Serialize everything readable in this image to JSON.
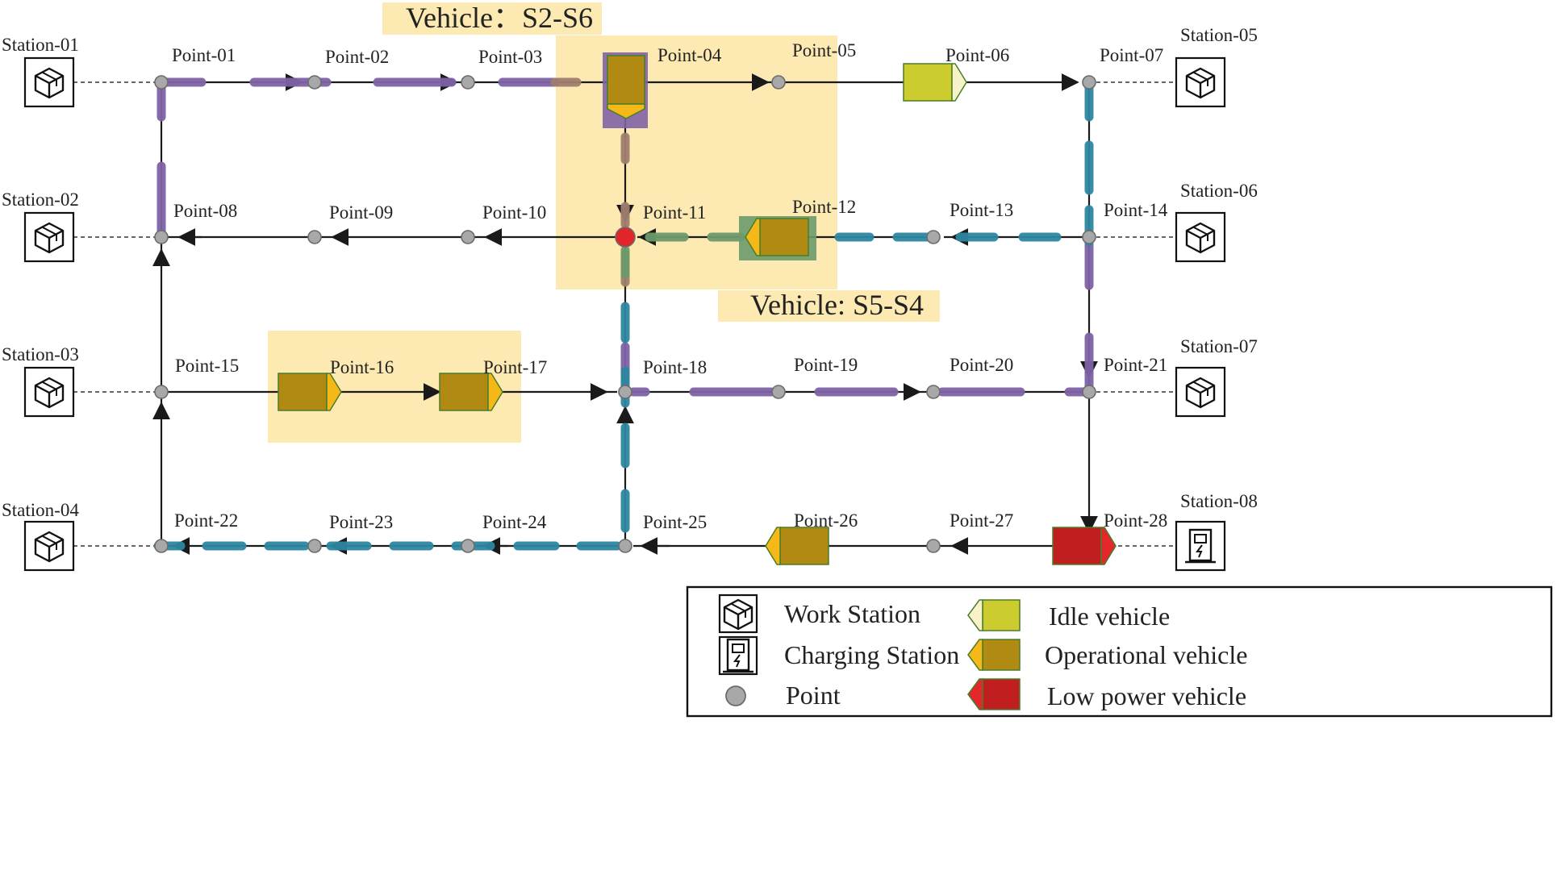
{
  "stations": [
    {
      "id": "s1",
      "label": "Station-01",
      "icon": "work-station-icon"
    },
    {
      "id": "s2",
      "label": "Station-02",
      "icon": "work-station-icon"
    },
    {
      "id": "s3",
      "label": "Station-03",
      "icon": "work-station-icon"
    },
    {
      "id": "s4",
      "label": "Station-04",
      "icon": "work-station-icon"
    },
    {
      "id": "s5",
      "label": "Station-05",
      "icon": "work-station-icon"
    },
    {
      "id": "s6",
      "label": "Station-06",
      "icon": "work-station-icon"
    },
    {
      "id": "s7",
      "label": "Station-07",
      "icon": "work-station-icon"
    },
    {
      "id": "s8",
      "label": "Station-08",
      "icon": "charging-station-icon"
    }
  ],
  "points": [
    {
      "id": "p1",
      "label": "Point-01"
    },
    {
      "id": "p2",
      "label": "Point-02"
    },
    {
      "id": "p3",
      "label": "Point-03"
    },
    {
      "id": "p4",
      "label": "Point-04"
    },
    {
      "id": "p5",
      "label": "Point-05"
    },
    {
      "id": "p6",
      "label": "Point-06"
    },
    {
      "id": "p7",
      "label": "Point-07"
    },
    {
      "id": "p8",
      "label": "Point-08"
    },
    {
      "id": "p9",
      "label": "Point-09"
    },
    {
      "id": "p10",
      "label": "Point-10"
    },
    {
      "id": "p11",
      "label": "Point-11"
    },
    {
      "id": "p12",
      "label": "Point-12"
    },
    {
      "id": "p13",
      "label": "Point-13"
    },
    {
      "id": "p14",
      "label": "Point-14"
    },
    {
      "id": "p15",
      "label": "Point-15"
    },
    {
      "id": "p16",
      "label": "Point-16"
    },
    {
      "id": "p17",
      "label": "Point-17"
    },
    {
      "id": "p18",
      "label": "Point-18"
    },
    {
      "id": "p19",
      "label": "Point-19"
    },
    {
      "id": "p20",
      "label": "Point-20"
    },
    {
      "id": "p21",
      "label": "Point-21"
    },
    {
      "id": "p22",
      "label": "Point-22"
    },
    {
      "id": "p23",
      "label": "Point-23"
    },
    {
      "id": "p24",
      "label": "Point-24"
    },
    {
      "id": "p25",
      "label": "Point-25"
    },
    {
      "id": "p26",
      "label": "Point-26"
    },
    {
      "id": "p27",
      "label": "Point-27"
    },
    {
      "id": "p28",
      "label": "Point-28"
    }
  ],
  "highlights": [
    {
      "id": "h1",
      "title": "Vehicle：S2-S6"
    },
    {
      "id": "h2",
      "title": "Vehicle: S5-S4"
    }
  ],
  "vehicles": [
    {
      "id": "v-p4",
      "status": "operational",
      "direction": "down"
    },
    {
      "id": "v-p6",
      "status": "idle",
      "direction": "right"
    },
    {
      "id": "v-p12",
      "status": "operational",
      "direction": "left"
    },
    {
      "id": "v-p16",
      "status": "operational",
      "direction": "right"
    },
    {
      "id": "v-p17",
      "status": "operational",
      "direction": "right"
    },
    {
      "id": "v-p26",
      "status": "operational",
      "direction": "left"
    },
    {
      "id": "v-p28",
      "status": "low-power",
      "direction": "right"
    }
  ],
  "conflict_point": "p11",
  "colors": {
    "route_s2_s6": "#7f63a5",
    "route_s5_s4": "#2e87a1",
    "route_overlap": "#a07f6e",
    "route_green": "#6d9a6b",
    "highlight": "#fde9b2",
    "conflict_point": "#e0262b",
    "idle_vehicle": "#cdcc2e",
    "operational_vehicle": "#b08a12",
    "low_power_vehicle": "#c11e1f",
    "vehicle_head": "#f4b918",
    "edge": "#1a1a1a"
  },
  "legend": {
    "work_station": "Work Station",
    "charging_station": "Charging Station",
    "point": "Point",
    "idle_vehicle": "Idle vehicle",
    "operational_vehicle": "Operational vehicle",
    "low_power_vehicle": "Low power vehicle"
  }
}
